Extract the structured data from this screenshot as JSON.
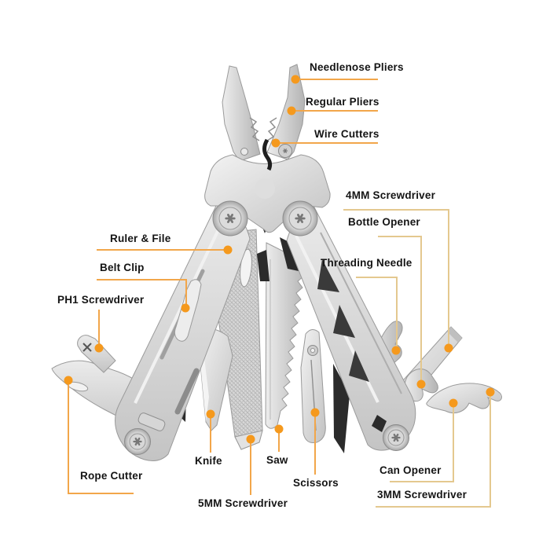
{
  "page": {
    "background": "#ffffff"
  },
  "colors": {
    "page_bg": "#ffffff",
    "accent_dot": "#F5991D",
    "leader_line": "#F2A64A",
    "connector_line": "#E4C88F",
    "label_text": "#141414"
  },
  "diagram": {
    "labels": {
      "needlenose_pliers": "Needlenose Pliers",
      "regular_pliers": "Regular Pliers",
      "wire_cutters": "Wire Cutters",
      "screwdriver_4mm": "4MM Screwdriver",
      "bottle_opener": "Bottle Opener",
      "threading_needle": "Threading Needle",
      "ruler_file": "Ruler & File",
      "belt_clip": "Belt Clip",
      "ph1_screwdriver": "PH1 Screwdriver",
      "rope_cutter": "Rope Cutter",
      "knife": "Knife",
      "saw": "Saw",
      "scissors": "Scissors",
      "screwdriver_5mm": "5MM Screwdriver",
      "can_opener": "Can Opener",
      "screwdriver_3mm": "3MM Screwdriver"
    }
  }
}
